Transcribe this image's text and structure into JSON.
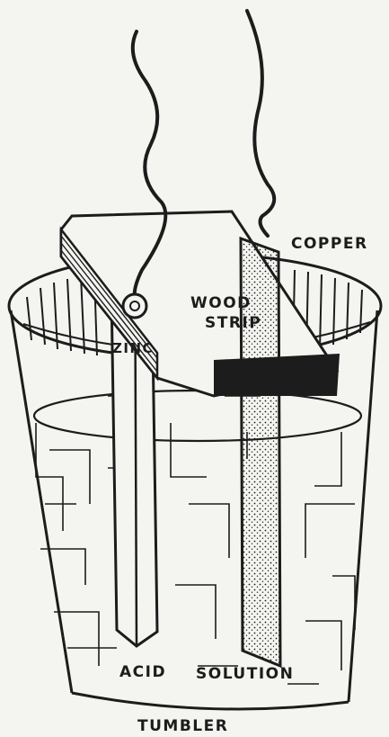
{
  "labels": {
    "copper": "COPPER",
    "wood_strip_line1": "WOOD",
    "wood_strip_line2": "STRIP",
    "zinc": "ZINC",
    "acid_solution_word1": "ACID",
    "acid_solution_word2": "SOLUTION",
    "tumbler": "TUMBLER"
  },
  "colors": {
    "ink": "#1c1c1c",
    "paper": "#f4f4f1"
  }
}
